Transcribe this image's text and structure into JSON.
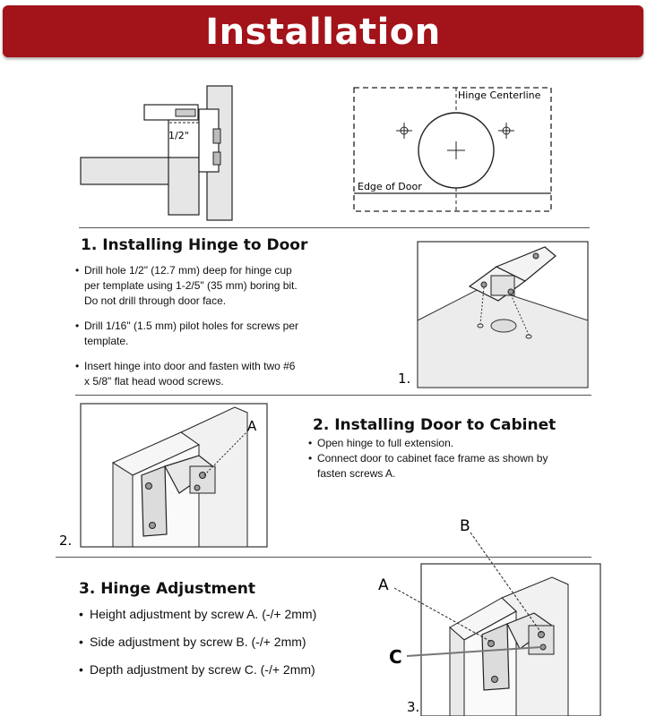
{
  "banner": {
    "title": "Installation"
  },
  "top_diagram": {
    "measure": "1/2\""
  },
  "template": {
    "centerline": "Hinge Centerline",
    "edge": "Edge of Door"
  },
  "section1": {
    "title": "1. Installing Hinge to Door",
    "bullets": [
      "Drill hole 1/2\" (12.7 mm) deep for hinge cup per template using 1-2/5\" (35 mm) boring bit. Do not drill through door face.",
      "Drill 1/16\" (1.5 mm) pilot holes for screws per template.",
      "Insert hinge into door and fasten with two #6 x 5/8\" flat head wood screws."
    ],
    "figure_label": "1."
  },
  "section2": {
    "title": "2. Installing Door to Cabinet",
    "bullets": [
      "Open hinge to full extension.",
      "Connect door to cabinet face frame as shown by fasten screws A."
    ],
    "figure_label": "2.",
    "callout_a": "A"
  },
  "section3": {
    "title": "3. Hinge Adjustment",
    "bullets": [
      "Height adjustment by screw A. (-/+ 2mm)",
      "Side adjustment by screw B. (-/+ 2mm)",
      "Depth adjustment by screw C. (-/+ 2mm)"
    ],
    "figure_label": "3.",
    "callout_a": "A",
    "callout_b": "B",
    "callout_c": "C"
  }
}
